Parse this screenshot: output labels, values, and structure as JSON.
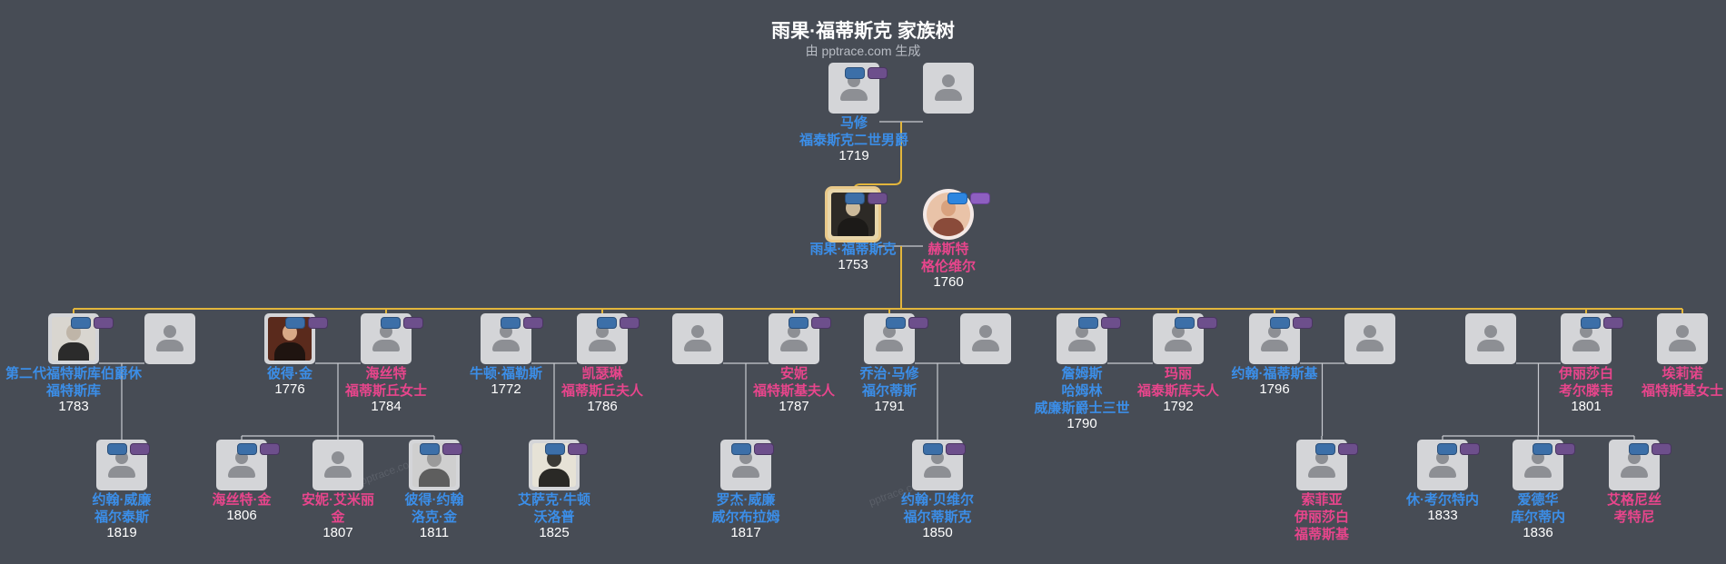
{
  "header": {
    "title": "雨果·福蒂斯克 家族树",
    "subtitle": "由 pptrace.com 生成"
  },
  "watermark": "pptrace.com",
  "colors": {
    "background": "#474c55",
    "male_name": "#3b8ee8",
    "female_name": "#e8458c",
    "main_line": "#e2b53c",
    "branch_line": "#c8cad0"
  },
  "people": [
    {
      "id": "p_matthew",
      "icon": "person-silhouette-icon",
      "gender": "m",
      "name": [
        "马修",
        "福泰斯克二世男爵"
      ],
      "year": "1719"
    },
    {
      "id": "p_matthew_sp",
      "icon": "person-silhouette-icon",
      "gender": "f",
      "name": [],
      "year": ""
    },
    {
      "id": "p_hugo",
      "icon": "portrait-photo-icon",
      "gender": "m",
      "name": [
        "雨果·福蒂斯克"
      ],
      "year": "1753"
    },
    {
      "id": "p_hester",
      "icon": "portrait-photo-icon",
      "gender": "f",
      "name": [
        "赫斯特",
        "格伦维尔"
      ],
      "year": "1760"
    },
    {
      "id": "p_hugh",
      "icon": "portrait-photo-icon",
      "gender": "m",
      "name": [
        "第二代福特斯库伯爵休",
        "福特斯库"
      ],
      "year": "1783"
    },
    {
      "id": "p_hugh_sp",
      "icon": "person-silhouette-icon",
      "gender": "f",
      "name": [],
      "year": ""
    },
    {
      "id": "p_peter",
      "icon": "portrait-photo-icon",
      "gender": "m",
      "name": [
        "彼得·金"
      ],
      "year": "1776"
    },
    {
      "id": "p_hester2",
      "icon": "person-silhouette-icon",
      "gender": "f",
      "name": [
        "海丝特",
        "福蒂斯丘女士"
      ],
      "year": "1784"
    },
    {
      "id": "p_newton",
      "icon": "person-silhouette-icon",
      "gender": "m",
      "name": [
        "牛顿·福勒斯"
      ],
      "year": "1772"
    },
    {
      "id": "p_catherine",
      "icon": "person-silhouette-icon",
      "gender": "f",
      "name": [
        "凯瑟琳",
        "福蒂斯丘夫人"
      ],
      "year": "1786"
    },
    {
      "id": "p_anne_sp",
      "icon": "person-silhouette-icon",
      "gender": "m",
      "name": [],
      "year": ""
    },
    {
      "id": "p_anne",
      "icon": "person-silhouette-icon",
      "gender": "f",
      "name": [
        "安妮",
        "福特斯基夫人"
      ],
      "year": "1787"
    },
    {
      "id": "p_george",
      "icon": "person-silhouette-icon",
      "gender": "m",
      "name": [
        "乔治·马修",
        "福尔蒂斯"
      ],
      "year": "1791"
    },
    {
      "id": "p_george_sp",
      "icon": "person-silhouette-icon",
      "gender": "f",
      "name": [],
      "year": ""
    },
    {
      "id": "p_james",
      "icon": "person-silhouette-icon",
      "gender": "m",
      "name": [
        "詹姆斯",
        "哈姆林",
        "威廉斯爵士三世"
      ],
      "year": "1790"
    },
    {
      "id": "p_mary",
      "icon": "person-silhouette-icon",
      "gender": "f",
      "name": [
        "玛丽",
        "福泰斯库夫人"
      ],
      "year": "1792"
    },
    {
      "id": "p_john",
      "icon": "person-silhouette-icon",
      "gender": "m",
      "name": [
        "约翰·福蒂斯基"
      ],
      "year": "1796"
    },
    {
      "id": "p_john_sp",
      "icon": "person-silhouette-icon",
      "gender": "f",
      "name": [],
      "year": ""
    },
    {
      "id": "p_eliz_sp",
      "icon": "person-silhouette-icon",
      "gender": "m",
      "name": [],
      "year": ""
    },
    {
      "id": "p_elizabeth",
      "icon": "person-silhouette-icon",
      "gender": "f",
      "name": [
        "伊丽莎白",
        "考尔滕韦"
      ],
      "year": "1801"
    },
    {
      "id": "p_eleanor",
      "icon": "person-silhouette-icon",
      "gender": "f",
      "name": [
        "埃莉诺",
        "福特斯基女士"
      ],
      "year": ""
    },
    {
      "id": "p_john_w",
      "icon": "person-silhouette-icon",
      "gender": "m",
      "name": [
        "约翰·威廉",
        "福尔泰斯"
      ],
      "year": "1819"
    },
    {
      "id": "p_hester_k",
      "icon": "person-silhouette-icon",
      "gender": "f",
      "name": [
        "海丝特·金"
      ],
      "year": "1806"
    },
    {
      "id": "p_annie_k",
      "icon": "person-silhouette-icon",
      "gender": "f",
      "name": [
        "安妮·艾米丽",
        "金"
      ],
      "year": "1807"
    },
    {
      "id": "p_peter_k",
      "icon": "portrait-photo-icon",
      "gender": "m",
      "name": [
        "彼得·约翰",
        "洛克·金"
      ],
      "year": "1811"
    },
    {
      "id": "p_isaac",
      "icon": "portrait-photo-icon",
      "gender": "m",
      "name": [
        "艾萨克·牛顿",
        "沃洛普"
      ],
      "year": "1825"
    },
    {
      "id": "p_roger",
      "icon": "person-silhouette-icon",
      "gender": "m",
      "name": [
        "罗杰·威廉",
        "威尔布拉姆"
      ],
      "year": "1817"
    },
    {
      "id": "p_john_b",
      "icon": "person-silhouette-icon",
      "gender": "m",
      "name": [
        "约翰·贝维尔",
        "福尔蒂斯克"
      ],
      "year": "1850"
    },
    {
      "id": "p_sophia",
      "icon": "person-silhouette-icon",
      "gender": "f",
      "name": [
        "索菲亚",
        "伊丽莎白",
        "福蒂斯基"
      ],
      "year": ""
    },
    {
      "id": "p_hugh_c",
      "icon": "person-silhouette-icon",
      "gender": "m",
      "name": [
        "休·考尔特内"
      ],
      "year": "1833"
    },
    {
      "id": "p_edward",
      "icon": "person-silhouette-icon",
      "gender": "m",
      "name": [
        "爱德华",
        "库尔蒂内"
      ],
      "year": "1836"
    },
    {
      "id": "p_agnes",
      "icon": "person-silhouette-icon",
      "gender": "f",
      "name": [
        "艾格尼丝",
        "考特尼"
      ],
      "year": ""
    }
  ]
}
